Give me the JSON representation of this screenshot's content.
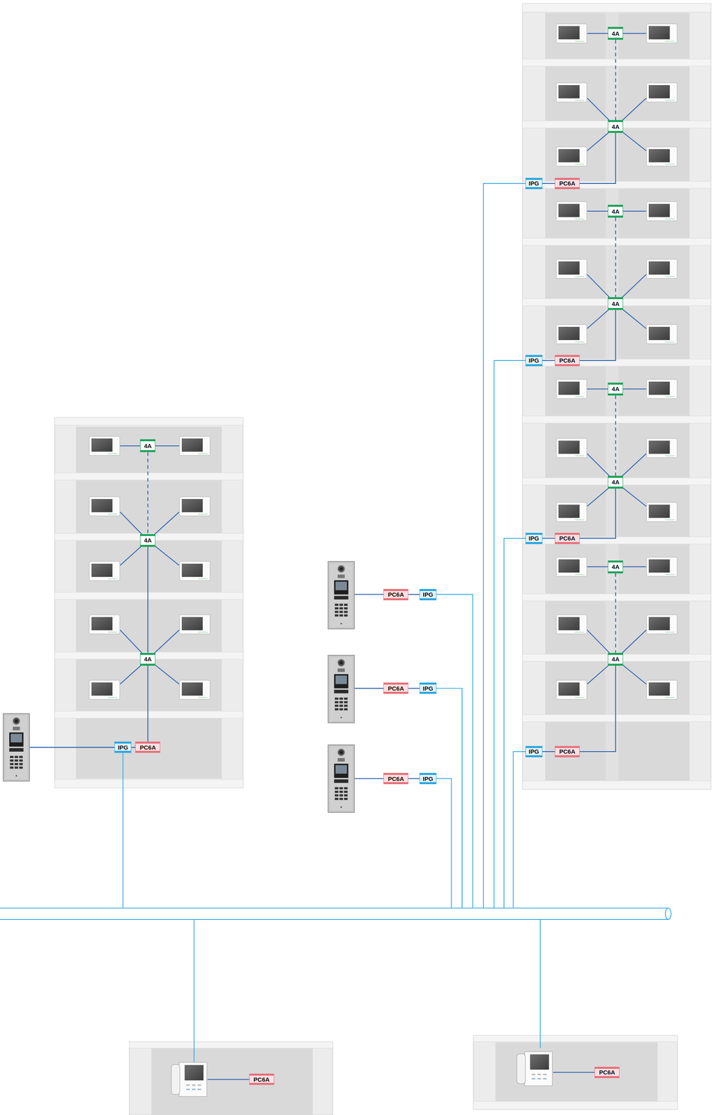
{
  "diagram": {
    "nodes": [
      {
        "text": [
          "4A"
        ]
      },
      {
        "text": [
          "4A"
        ]
      },
      {
        "text": [
          "4A"
        ]
      },
      {
        "text": [
          "IPG"
        ]
      },
      {
        "text": [
          "PC6A"
        ]
      },
      {
        "text": [
          "PC6A"
        ]
      },
      {
        "text": [
          "IPG"
        ]
      },
      {
        "text": [
          "PC6A"
        ]
      },
      {
        "text": [
          "IPG"
        ]
      },
      {
        "text": [
          "PC6A"
        ]
      },
      {
        "text": [
          "IPG"
        ]
      },
      {
        "text": [
          "4A"
        ]
      },
      {
        "text": [
          "4A"
        ]
      },
      {
        "text": [
          "IPG"
        ]
      },
      {
        "text": [
          "PC6A"
        ]
      },
      {
        "text": [
          "4A"
        ]
      },
      {
        "text": [
          "4A"
        ]
      },
      {
        "text": [
          "IPG"
        ]
      },
      {
        "text": [
          "PC6A"
        ]
      },
      {
        "text": [
          "4A"
        ]
      },
      {
        "text": [
          "4A"
        ]
      },
      {
        "text": [
          "IPG"
        ]
      },
      {
        "text": [
          "PC6A"
        ]
      },
      {
        "text": [
          "4A"
        ]
      },
      {
        "text": [
          "4A"
        ]
      },
      {
        "text": [
          "IPG"
        ]
      },
      {
        "text": [
          "PC6A"
        ]
      },
      {
        "text": [
          "PC6A"
        ]
      },
      {
        "text": [
          "PC6A"
        ]
      }
    ],
    "edges": [
      {
        "from": 0,
        "to": 1,
        "arrow": "none"
      },
      {
        "from": 1,
        "to": 2,
        "arrow": "none"
      },
      {
        "from": 2,
        "to": 4,
        "arrow": "none"
      },
      {
        "from": 3,
        "to": 4,
        "arrow": "none"
      },
      {
        "from": 5,
        "to": 6,
        "arrow": "none"
      },
      {
        "from": 7,
        "to": 8,
        "arrow": "none"
      },
      {
        "from": 9,
        "to": 10,
        "arrow": "none"
      },
      {
        "from": 11,
        "to": 12,
        "arrow": "none"
      },
      {
        "from": 12,
        "to": 14,
        "arrow": "none"
      },
      {
        "from": 13,
        "to": 14,
        "arrow": "none"
      },
      {
        "from": 15,
        "to": 16,
        "arrow": "none"
      },
      {
        "from": 16,
        "to": 18,
        "arrow": "none"
      },
      {
        "from": 17,
        "to": 18,
        "arrow": "none"
      },
      {
        "from": 19,
        "to": 20,
        "arrow": "none"
      },
      {
        "from": 20,
        "to": 22,
        "arrow": "none"
      },
      {
        "from": 21,
        "to": 22,
        "arrow": "none"
      },
      {
        "from": 23,
        "to": 24,
        "arrow": "none"
      },
      {
        "from": 24,
        "to": 26,
        "arrow": "none"
      },
      {
        "from": 25,
        "to": 26,
        "arrow": "none"
      }
    ]
  }
}
